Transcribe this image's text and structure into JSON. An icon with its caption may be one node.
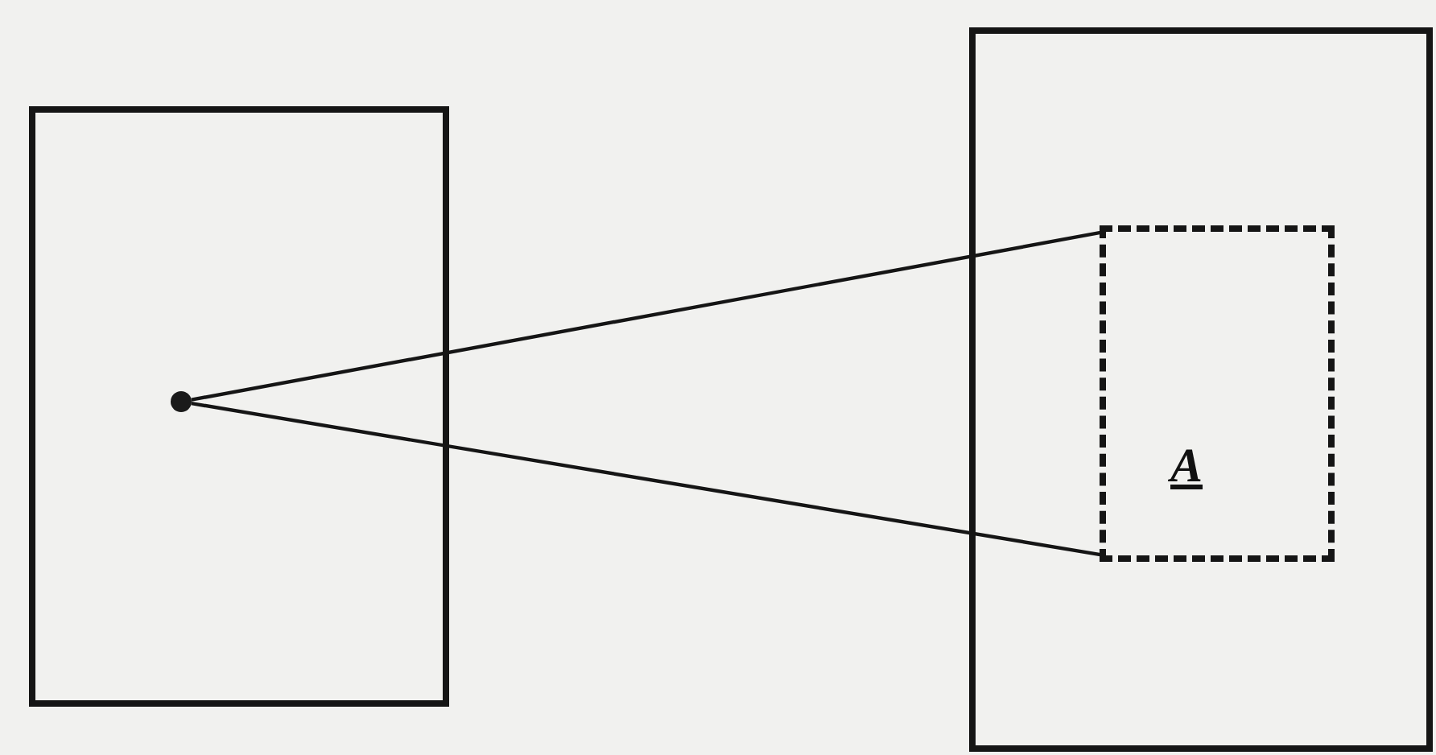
{
  "diagram": {
    "nodes": [
      {
        "text": [],
        "shape": "box"
      },
      {
        "text": [],
        "shape": "circle",
        "in": 0
      },
      {
        "text": [],
        "shape": "box"
      },
      {
        "text": [
          "A"
        ],
        "in": 2
      }
    ],
    "edges": [
      {
        "from": 1,
        "to": 3,
        "arrow": "none"
      },
      {
        "from": 1,
        "to": 3,
        "arrow": "none"
      }
    ]
  }
}
